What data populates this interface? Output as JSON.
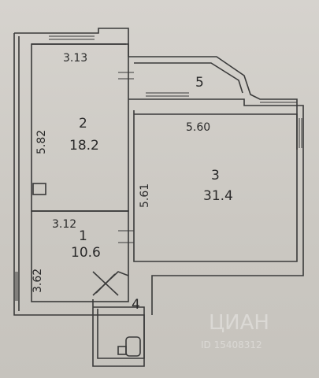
{
  "rooms": [
    {
      "number": "1",
      "area": "10.6"
    },
    {
      "number": "2",
      "area": "18.2"
    },
    {
      "number": "3",
      "area": "31.4"
    },
    {
      "number": "4"
    },
    {
      "number": "5"
    }
  ],
  "dimensions": {
    "room2_top": "3.13",
    "room2_side": "5.82",
    "room1_top": "3.12",
    "room1_side": "3.62",
    "room3_top": "5.60",
    "room3_side": "5.61"
  },
  "watermark": {
    "brand": "ЦИАН",
    "id": "ID 15408312"
  }
}
